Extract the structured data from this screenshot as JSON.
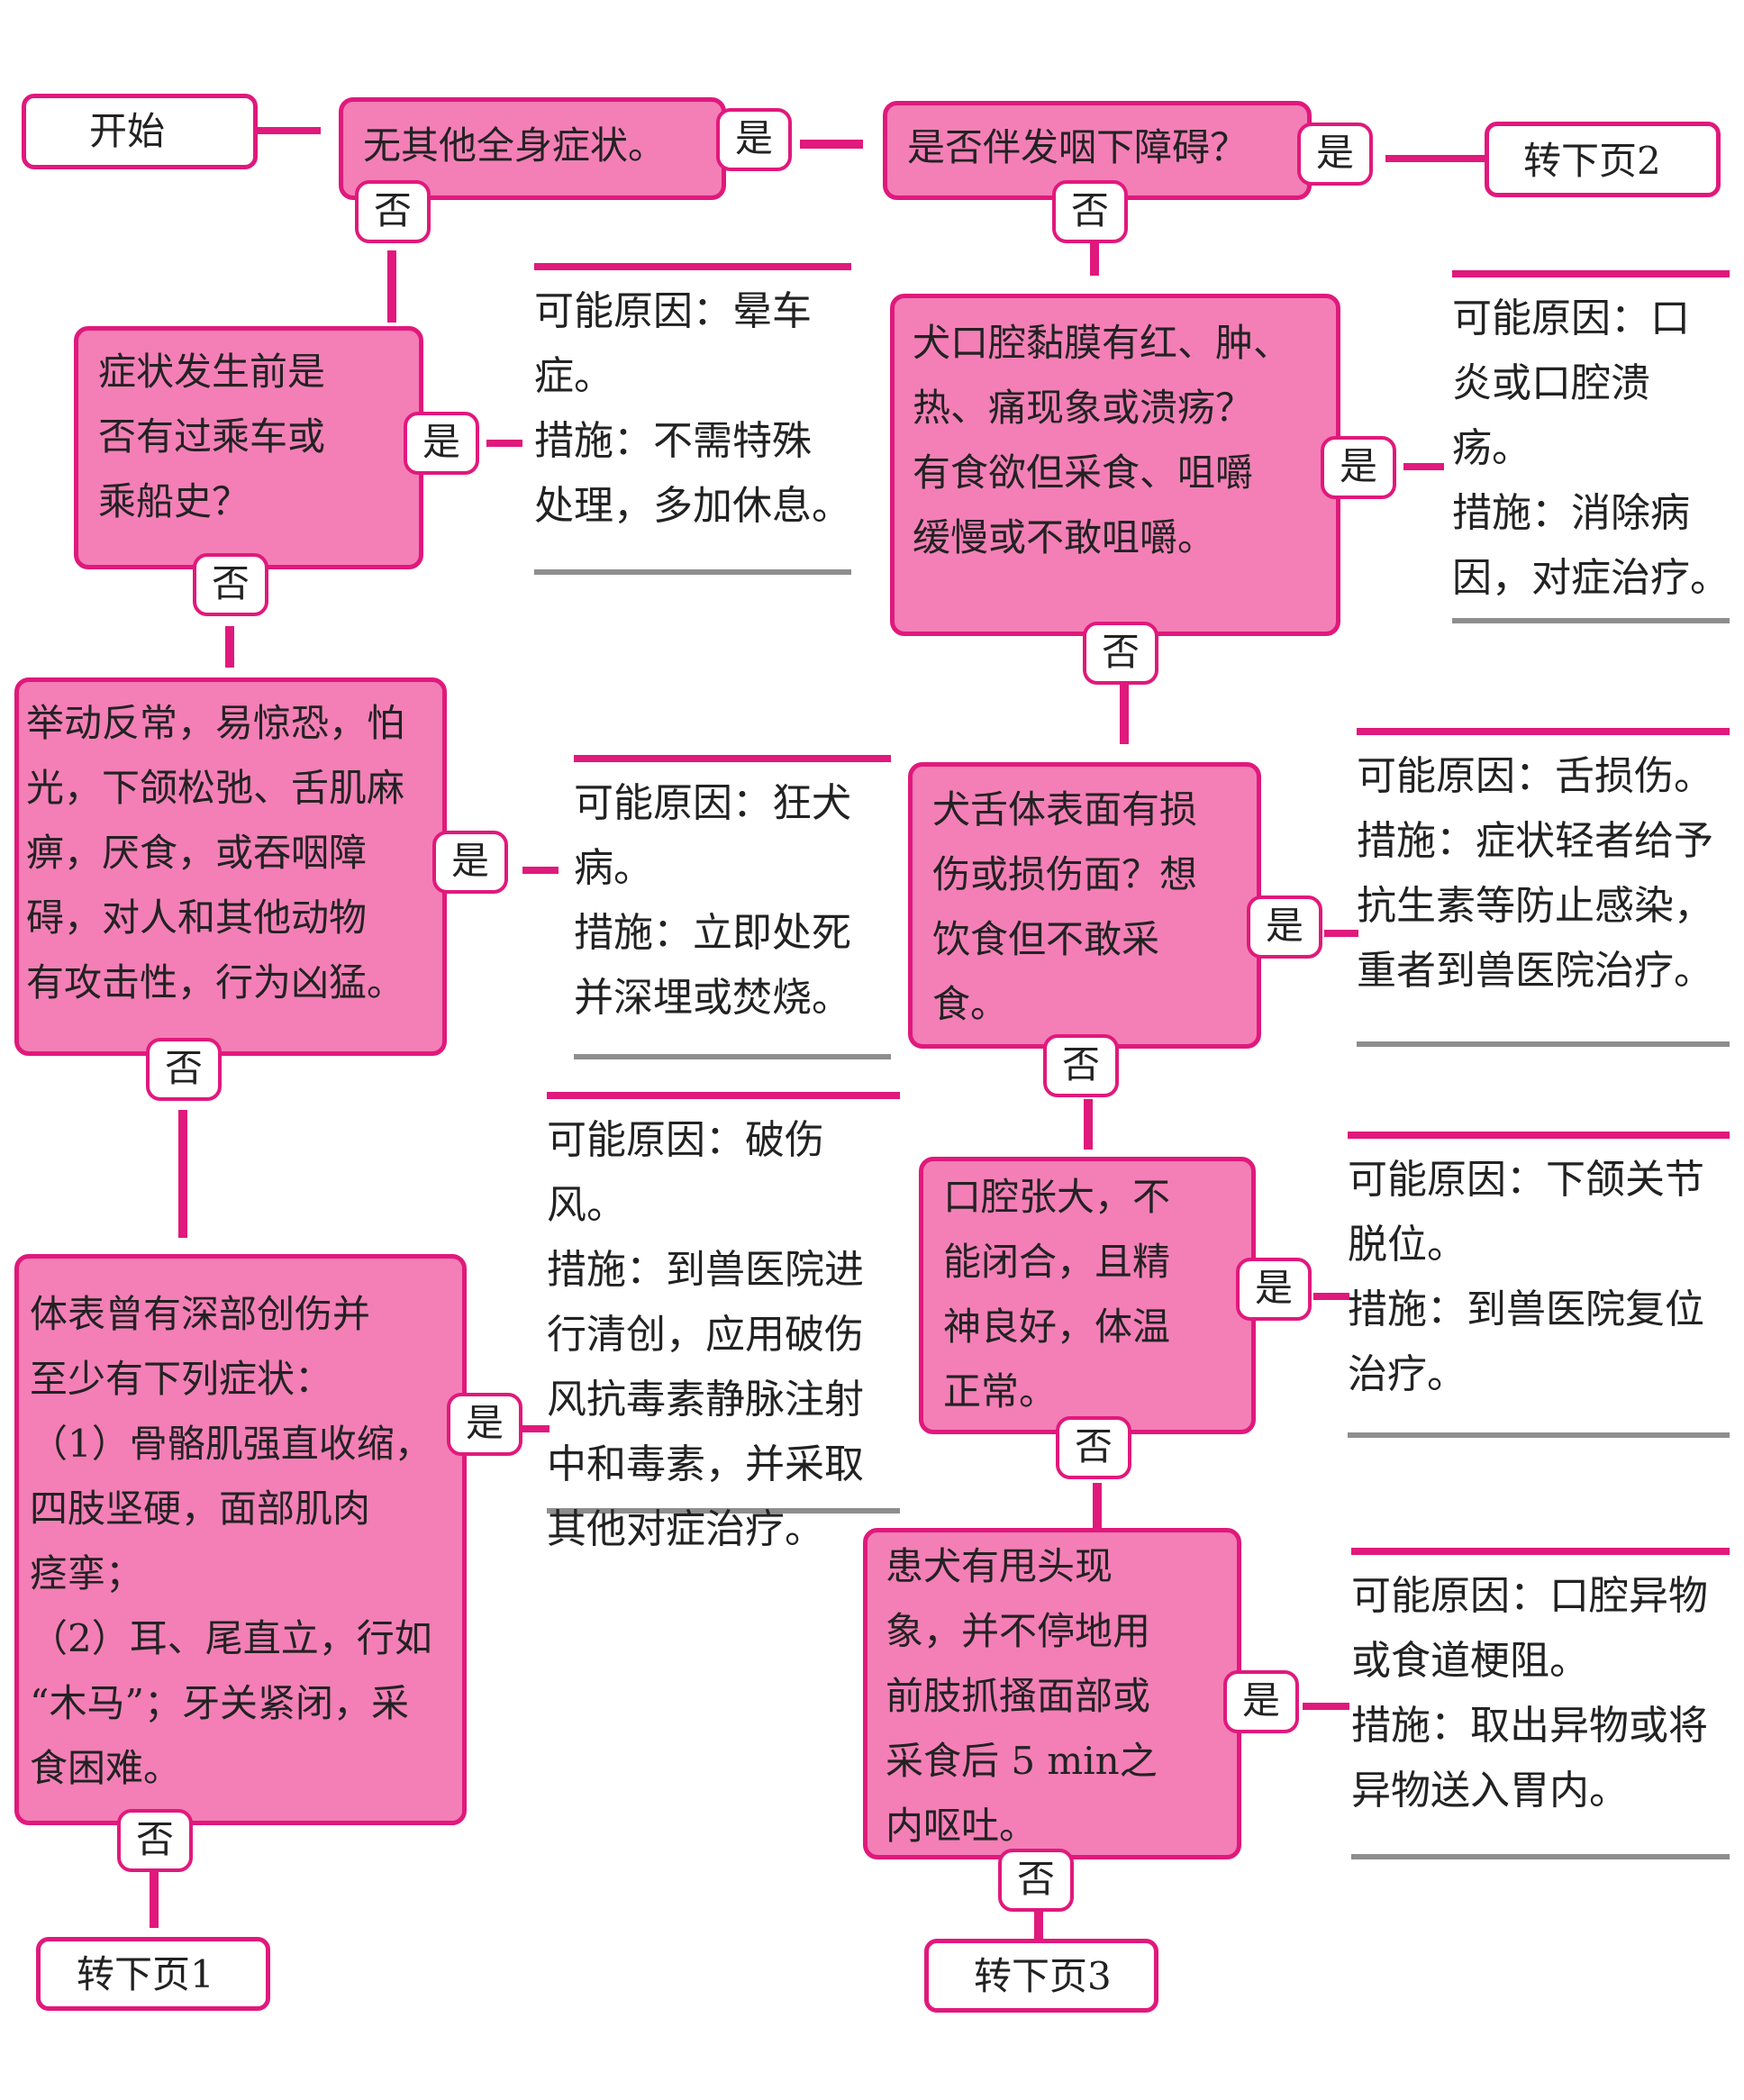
{
  "nodes": {
    "start": "开始",
    "q1": "无其他全身症状。",
    "q_car": [
      "症状发生前是",
      "否有过乘车或",
      "乘船史？"
    ],
    "q_rabies": [
      "举动反常，易惊恐，怕",
      "光，下颌松弛、舌肌麻",
      "痹，厌食，或吞咽障",
      "碍，对人和其他动物",
      "有攻击性，行为凶猛。"
    ],
    "q_tetanus": [
      "体表曾有深部创伤并",
      "至少有下列症状：",
      "（1）骨骼肌强直收缩，",
      "四肢坚硬，面部肌肉",
      "痉挛；",
      "（2）耳、尾直立，行如",
      "“木马”；牙关紧闭，采",
      "食困难。"
    ],
    "q_swallow": "是否伴发咽下障碍？",
    "q_stomatitis": [
      "犬口腔黏膜有红、肿、",
      "热、痛现象或溃疡？",
      "有食欲但采食、咀嚼",
      "缓慢或不敢咀嚼。"
    ],
    "q_tongue": [
      "犬舌体表面有损",
      "伤或损伤面？想",
      "饮食但不敢采",
      "食。"
    ],
    "q_jaw": [
      "口腔张大，不",
      "能闭合，且精",
      "神良好，体温",
      "正常。"
    ],
    "q_foreign": [
      "患犬有甩头现",
      "象，并不停地用",
      "前肢抓搔面部或",
      "采食后 5 min之",
      "内呕吐。"
    ],
    "goto1": "转下页1",
    "goto2": "转下页2",
    "goto3": "转下页3"
  },
  "labels": {
    "yes": "是",
    "no": "否"
  },
  "info": {
    "carsick": [
      "可能原因：晕车",
      "症。",
      "措施：不需特殊",
      "处理，多加休息。"
    ],
    "rabies": [
      "可能原因：狂犬",
      "病。",
      "措施：立即处死",
      "并深埋或焚烧。"
    ],
    "tetanus": [
      "可能原因：破伤风。",
      "措施：到兽医院进",
      "行清创，应用破伤",
      "风抗毒素静脉注射",
      "中和毒素，并采取",
      "其他对症治疗。"
    ],
    "stomatitis": [
      "可能原因：口",
      "炎或口腔溃",
      "疡。",
      "措施：消除病",
      "因，对症治疗。"
    ],
    "tongue": [
      "可能原因：舌损伤。",
      "措施：症状轻者给予",
      "抗生素等防止感染，",
      "重者到兽医院治疗。"
    ],
    "jaw": [
      "可能原因：下颌关节",
      "脱位。",
      "措施：到兽医院复位",
      "治疗。"
    ],
    "foreign": [
      "可能原因：口腔异物",
      "或食道梗阻。",
      "措施：取出异物或将",
      "异物送入胃内。"
    ]
  },
  "colors": {
    "node_fill": "#f37fb6",
    "border": "#e0197c",
    "rule": "#8e8e8e"
  }
}
